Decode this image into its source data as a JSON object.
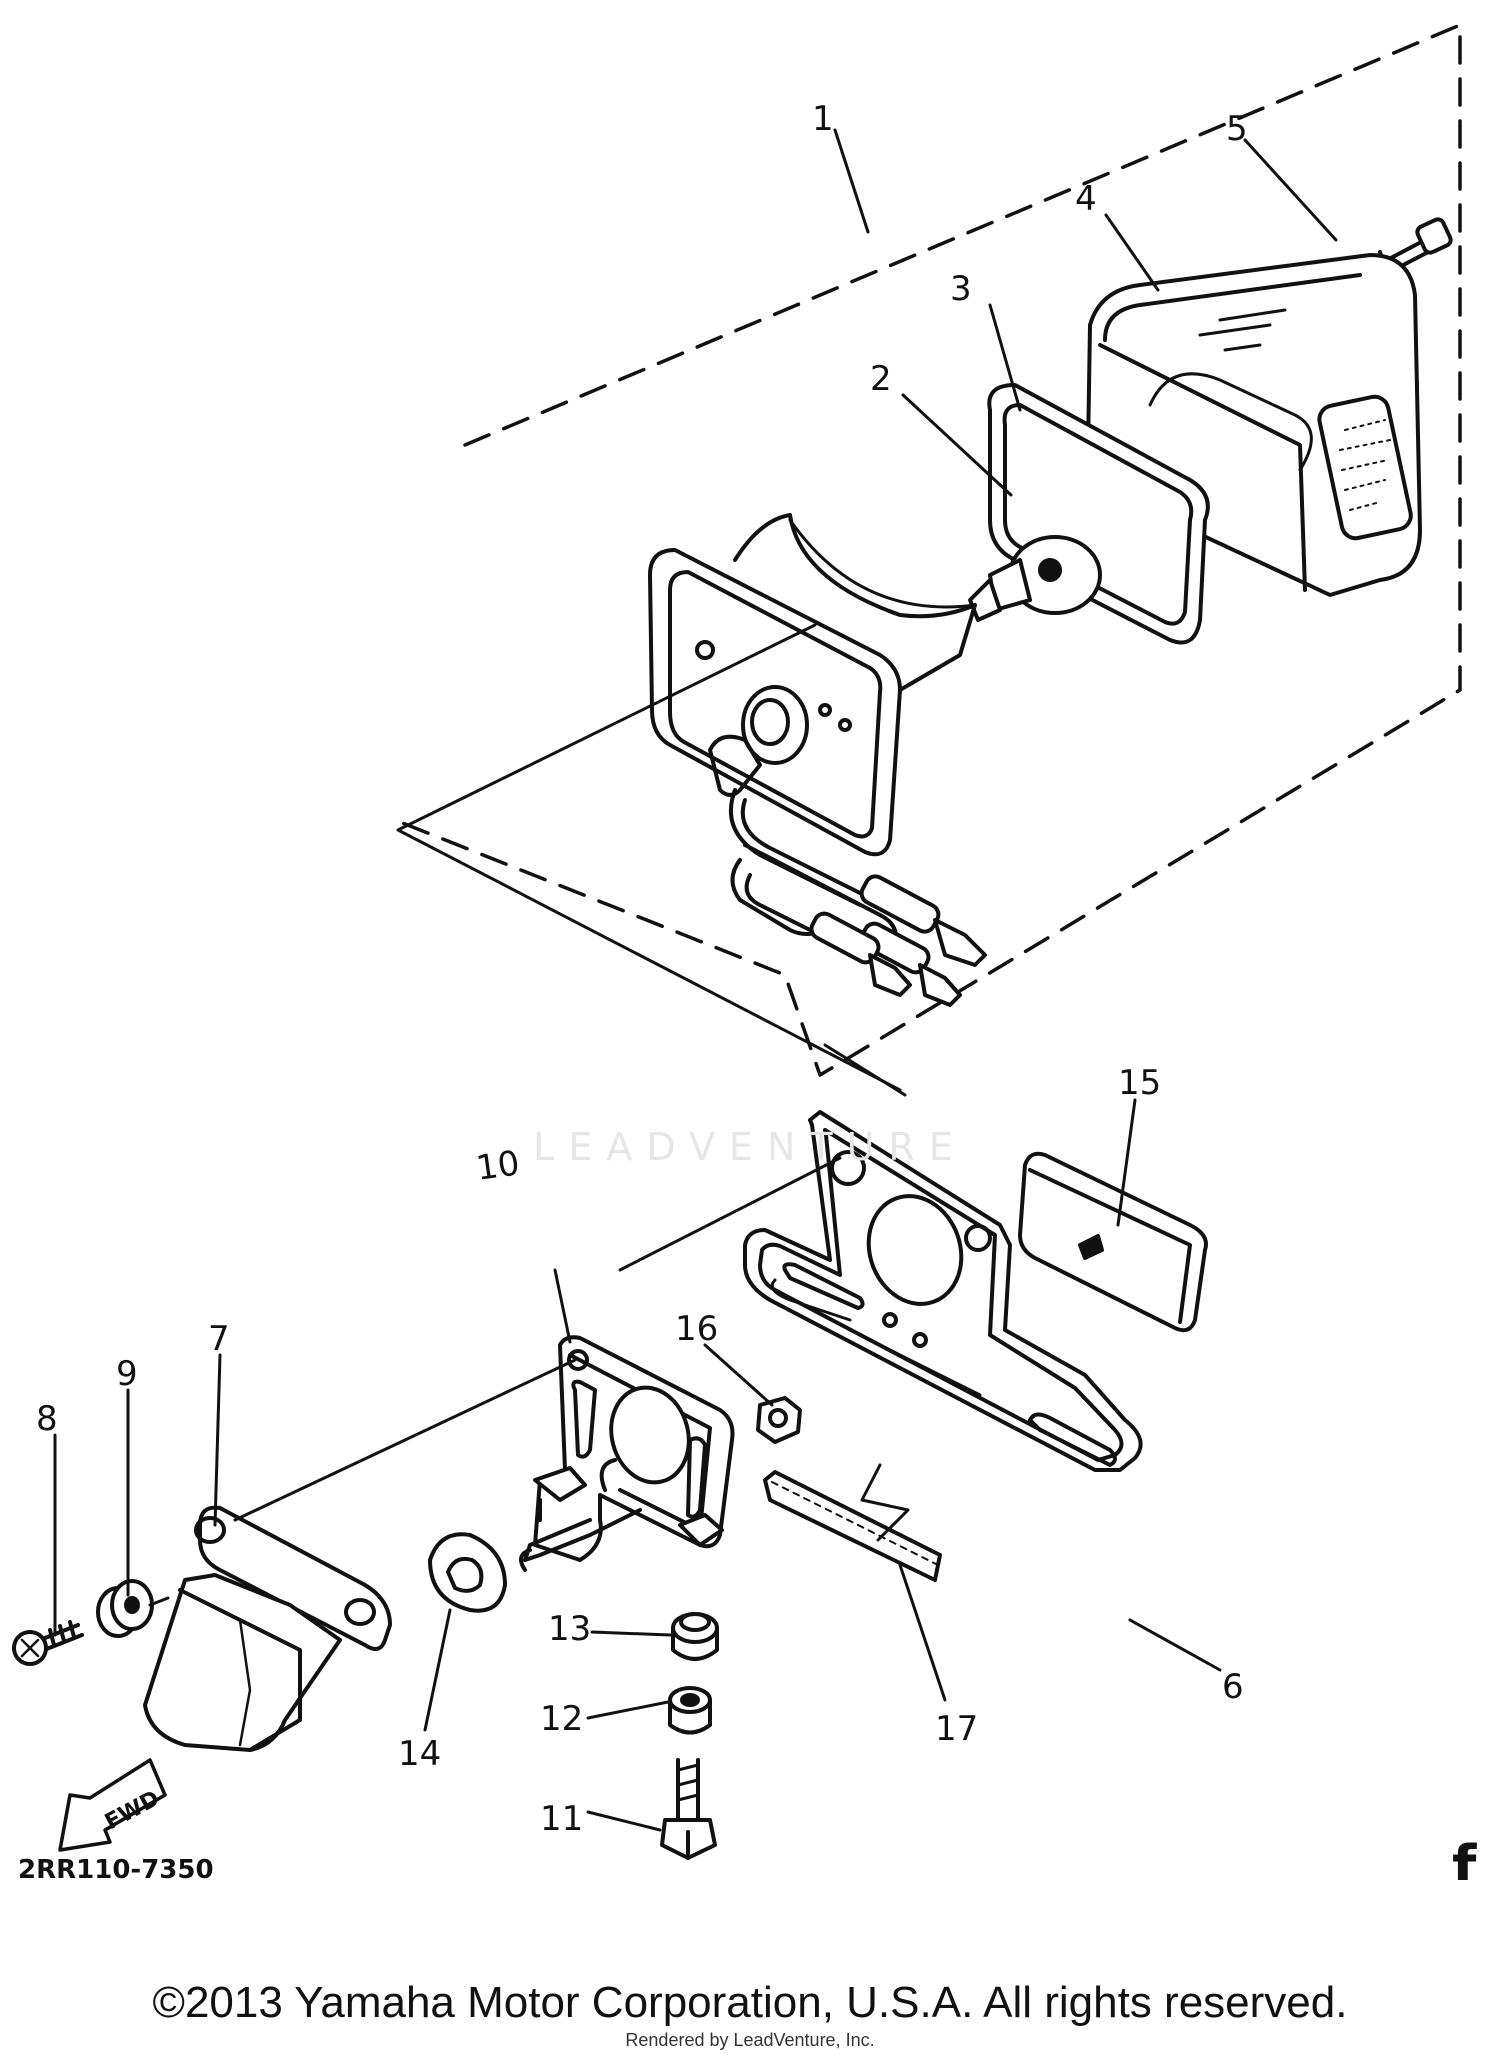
{
  "diagram": {
    "callouts": [
      "1",
      "2",
      "3",
      "4",
      "5",
      "6",
      "7",
      "8",
      "9",
      "10",
      "11",
      "12",
      "13",
      "14",
      "15",
      "16",
      "17"
    ],
    "fwd_label": "FWD",
    "diagram_code": "2RR110-7350",
    "corner_mark": "f",
    "watermark": "LEADVENTURE"
  },
  "footer": {
    "copyright": "©2013 Yamaha Motor Corporation, U.S.A. All rights reserved.",
    "rendered_by": "Rendered by LeadVenture, Inc."
  }
}
